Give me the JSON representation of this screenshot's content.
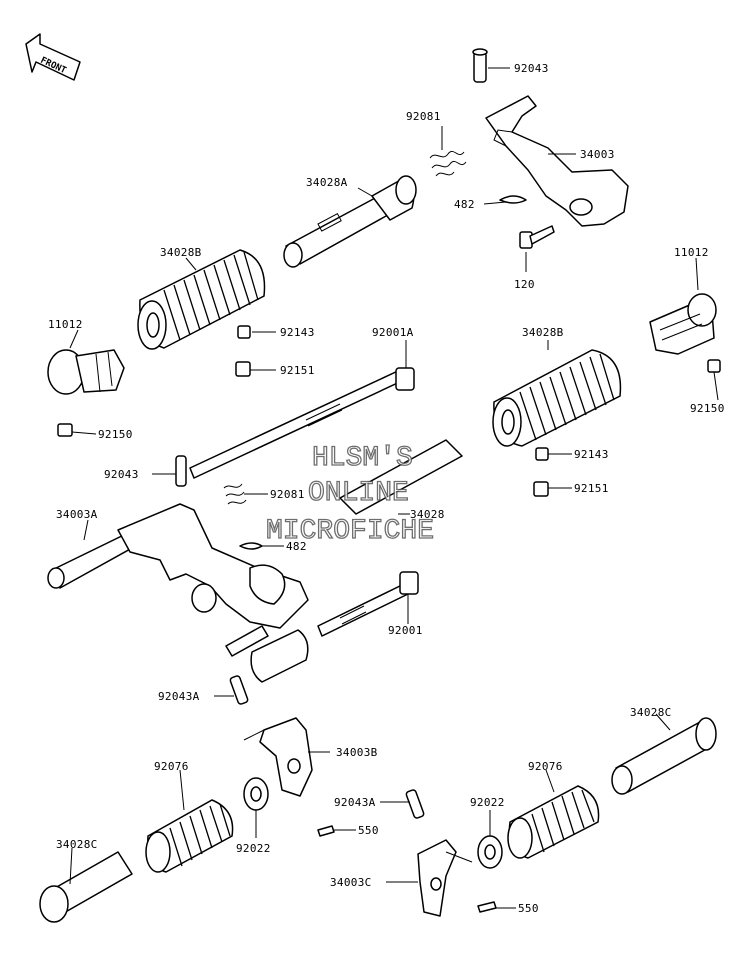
{
  "diagram": {
    "direction_label": "FRONT",
    "watermark": [
      "HLSM'S",
      "ONLINE",
      "MICROFICHE"
    ],
    "part_labels": [
      {
        "id": "p1",
        "text": "92043"
      },
      {
        "id": "p2",
        "text": "92081"
      },
      {
        "id": "p3",
        "text": "34003"
      },
      {
        "id": "p4",
        "text": "34028A"
      },
      {
        "id": "p5",
        "text": "482"
      },
      {
        "id": "p6",
        "text": "120"
      },
      {
        "id": "p7",
        "text": "34028B"
      },
      {
        "id": "p8",
        "text": "11012"
      },
      {
        "id": "p9",
        "text": "11012"
      },
      {
        "id": "p10",
        "text": "92143"
      },
      {
        "id": "p11",
        "text": "92001A"
      },
      {
        "id": "p12",
        "text": "92151"
      },
      {
        "id": "p13",
        "text": "34028B"
      },
      {
        "id": "p14",
        "text": "92150"
      },
      {
        "id": "p15",
        "text": "92150"
      },
      {
        "id": "p16",
        "text": "92043"
      },
      {
        "id": "p17",
        "text": "92143"
      },
      {
        "id": "p18",
        "text": "92081"
      },
      {
        "id": "p19",
        "text": "92151"
      },
      {
        "id": "p20",
        "text": "34003A"
      },
      {
        "id": "p21",
        "text": "34028"
      },
      {
        "id": "p22",
        "text": "482"
      },
      {
        "id": "p23",
        "text": "92001"
      },
      {
        "id": "p24",
        "text": "92043A"
      },
      {
        "id": "p25",
        "text": "34028C"
      },
      {
        "id": "p26",
        "text": "34003B"
      },
      {
        "id": "p27",
        "text": "92076"
      },
      {
        "id": "p28",
        "text": "92076"
      },
      {
        "id": "p29",
        "text": "92043A"
      },
      {
        "id": "p30",
        "text": "92022"
      },
      {
        "id": "p31",
        "text": "550"
      },
      {
        "id": "p32",
        "text": "92022"
      },
      {
        "id": "p33",
        "text": "34028C"
      },
      {
        "id": "p34",
        "text": "34003C"
      },
      {
        "id": "p35",
        "text": "550"
      }
    ]
  }
}
